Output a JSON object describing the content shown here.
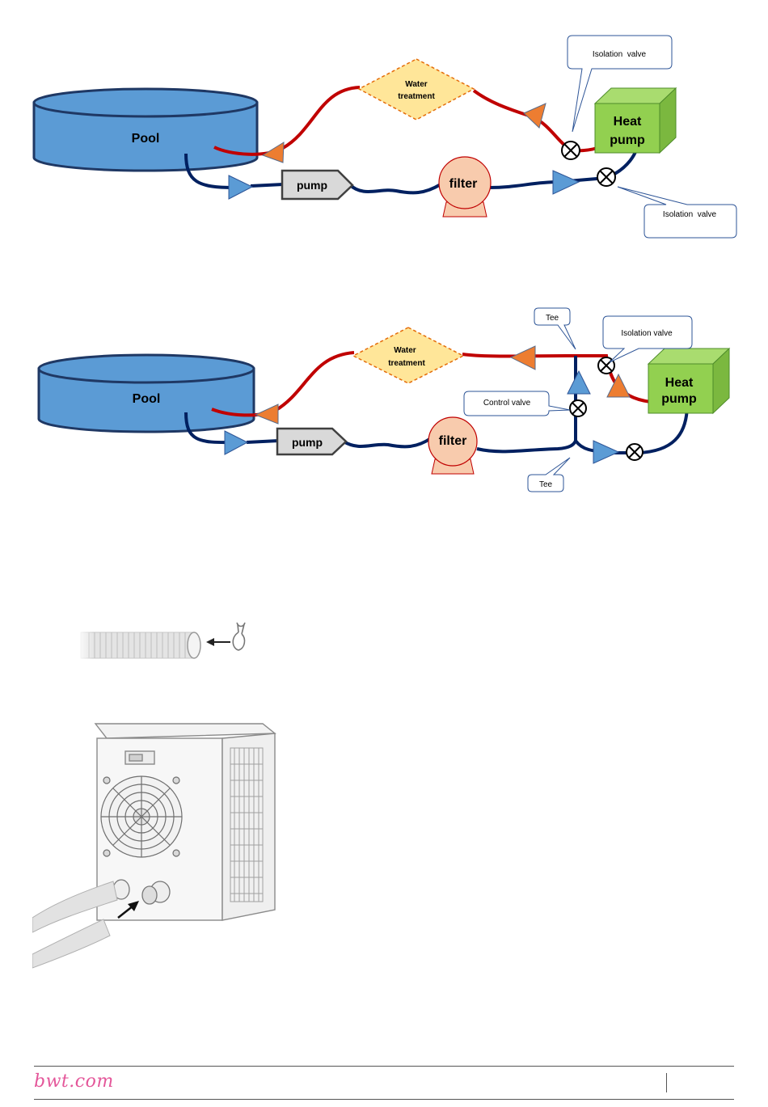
{
  "diagram1": {
    "pool_label": "Pool",
    "pump_label": "pump",
    "filter_label": "filter",
    "water_treatment_line1": "Water",
    "water_treatment_line2": "treatment",
    "heat_pump_line1": "Heat",
    "heat_pump_line2": "pump",
    "isolation_valve_top": "Isolation  valve",
    "isolation_valve_bottom": "Isolation  valve"
  },
  "diagram2": {
    "pool_label": "Pool",
    "pump_label": "pump",
    "filter_label": "filter",
    "water_treatment_line1": "Water",
    "water_treatment_line2": "treatment",
    "heat_pump_line1": "Heat",
    "heat_pump_line2": "pump",
    "tee_top": "Tee",
    "tee_bottom": "Tee",
    "isolation_valve": "Isolation valve",
    "control_valve": "Control valve"
  },
  "colors": {
    "pool": "#5b9bd5",
    "pipe_hot": "#c00000",
    "pipe_cold": "#002060",
    "arrow_hot": "#ed7d31",
    "arrow_cold": "#5b9bd5",
    "heat_pump": "#92d050",
    "filter": "#f8cbad",
    "water_treatment": "#ffe699",
    "brand": "#e4579a"
  },
  "footer": {
    "brand": "bwt.com",
    "page_number": ""
  }
}
